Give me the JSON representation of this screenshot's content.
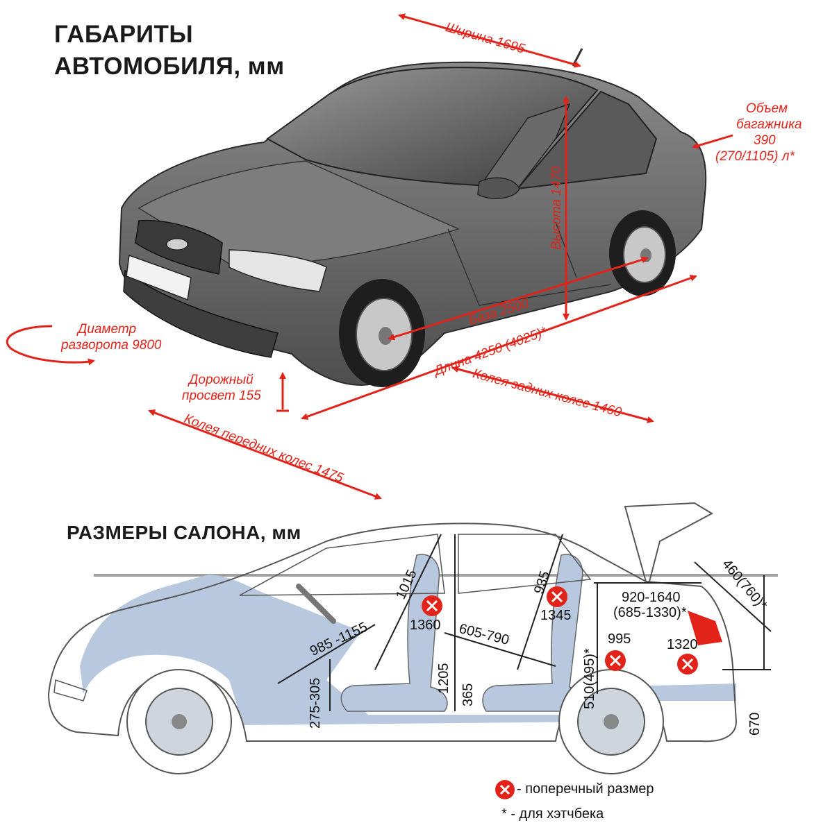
{
  "titles": {
    "exterior_line1": "ГАБАРИТЫ",
    "exterior_line2": "АВТОМОБИЛЯ, мм",
    "interior": "РАЗМЕРЫ САЛОНА, мм"
  },
  "exterior": {
    "width": "Ширина 1695",
    "height": "Высота 1470",
    "trunk_line1": "Объем",
    "trunk_line2": "багажника",
    "trunk_line3": "390",
    "trunk_line4": "(270/1105) л*",
    "wheelbase": "База 2500",
    "length": "Длина 4250 (4025)*",
    "turning_line1": "Диаметр",
    "turning_line2": "разворота 9800",
    "clearance_line1": "Дорожный",
    "clearance_line2": "просвет 155",
    "rear_track": "Колея задних колес 1460",
    "front_track": "Колея передних колес 1475"
  },
  "interior": {
    "front_headroom": "1015",
    "front_width": "1360",
    "front_legroom": "985 -1155",
    "front_seat_height": "275-305",
    "cabin_height": "1205",
    "floor_height": "365",
    "rear_headroom": "935",
    "rear_width": "1345",
    "rear_legroom": "605-790",
    "trunk_length_line1": "920-1640",
    "trunk_length_line2": "(685-1330)*",
    "trunk_opening": "460(760)*",
    "trunk_height": "510(495)*",
    "trunk_width_front": "995",
    "trunk_width_rear": "1320",
    "sill_height": "670"
  },
  "legend": {
    "cross_text": "- поперечный размер",
    "star_text": "* - для хэтчбека"
  },
  "colors": {
    "accent_red": "#e2231a",
    "interior_blue": "#b8c8df",
    "car_gray": "#6e6e6e"
  }
}
